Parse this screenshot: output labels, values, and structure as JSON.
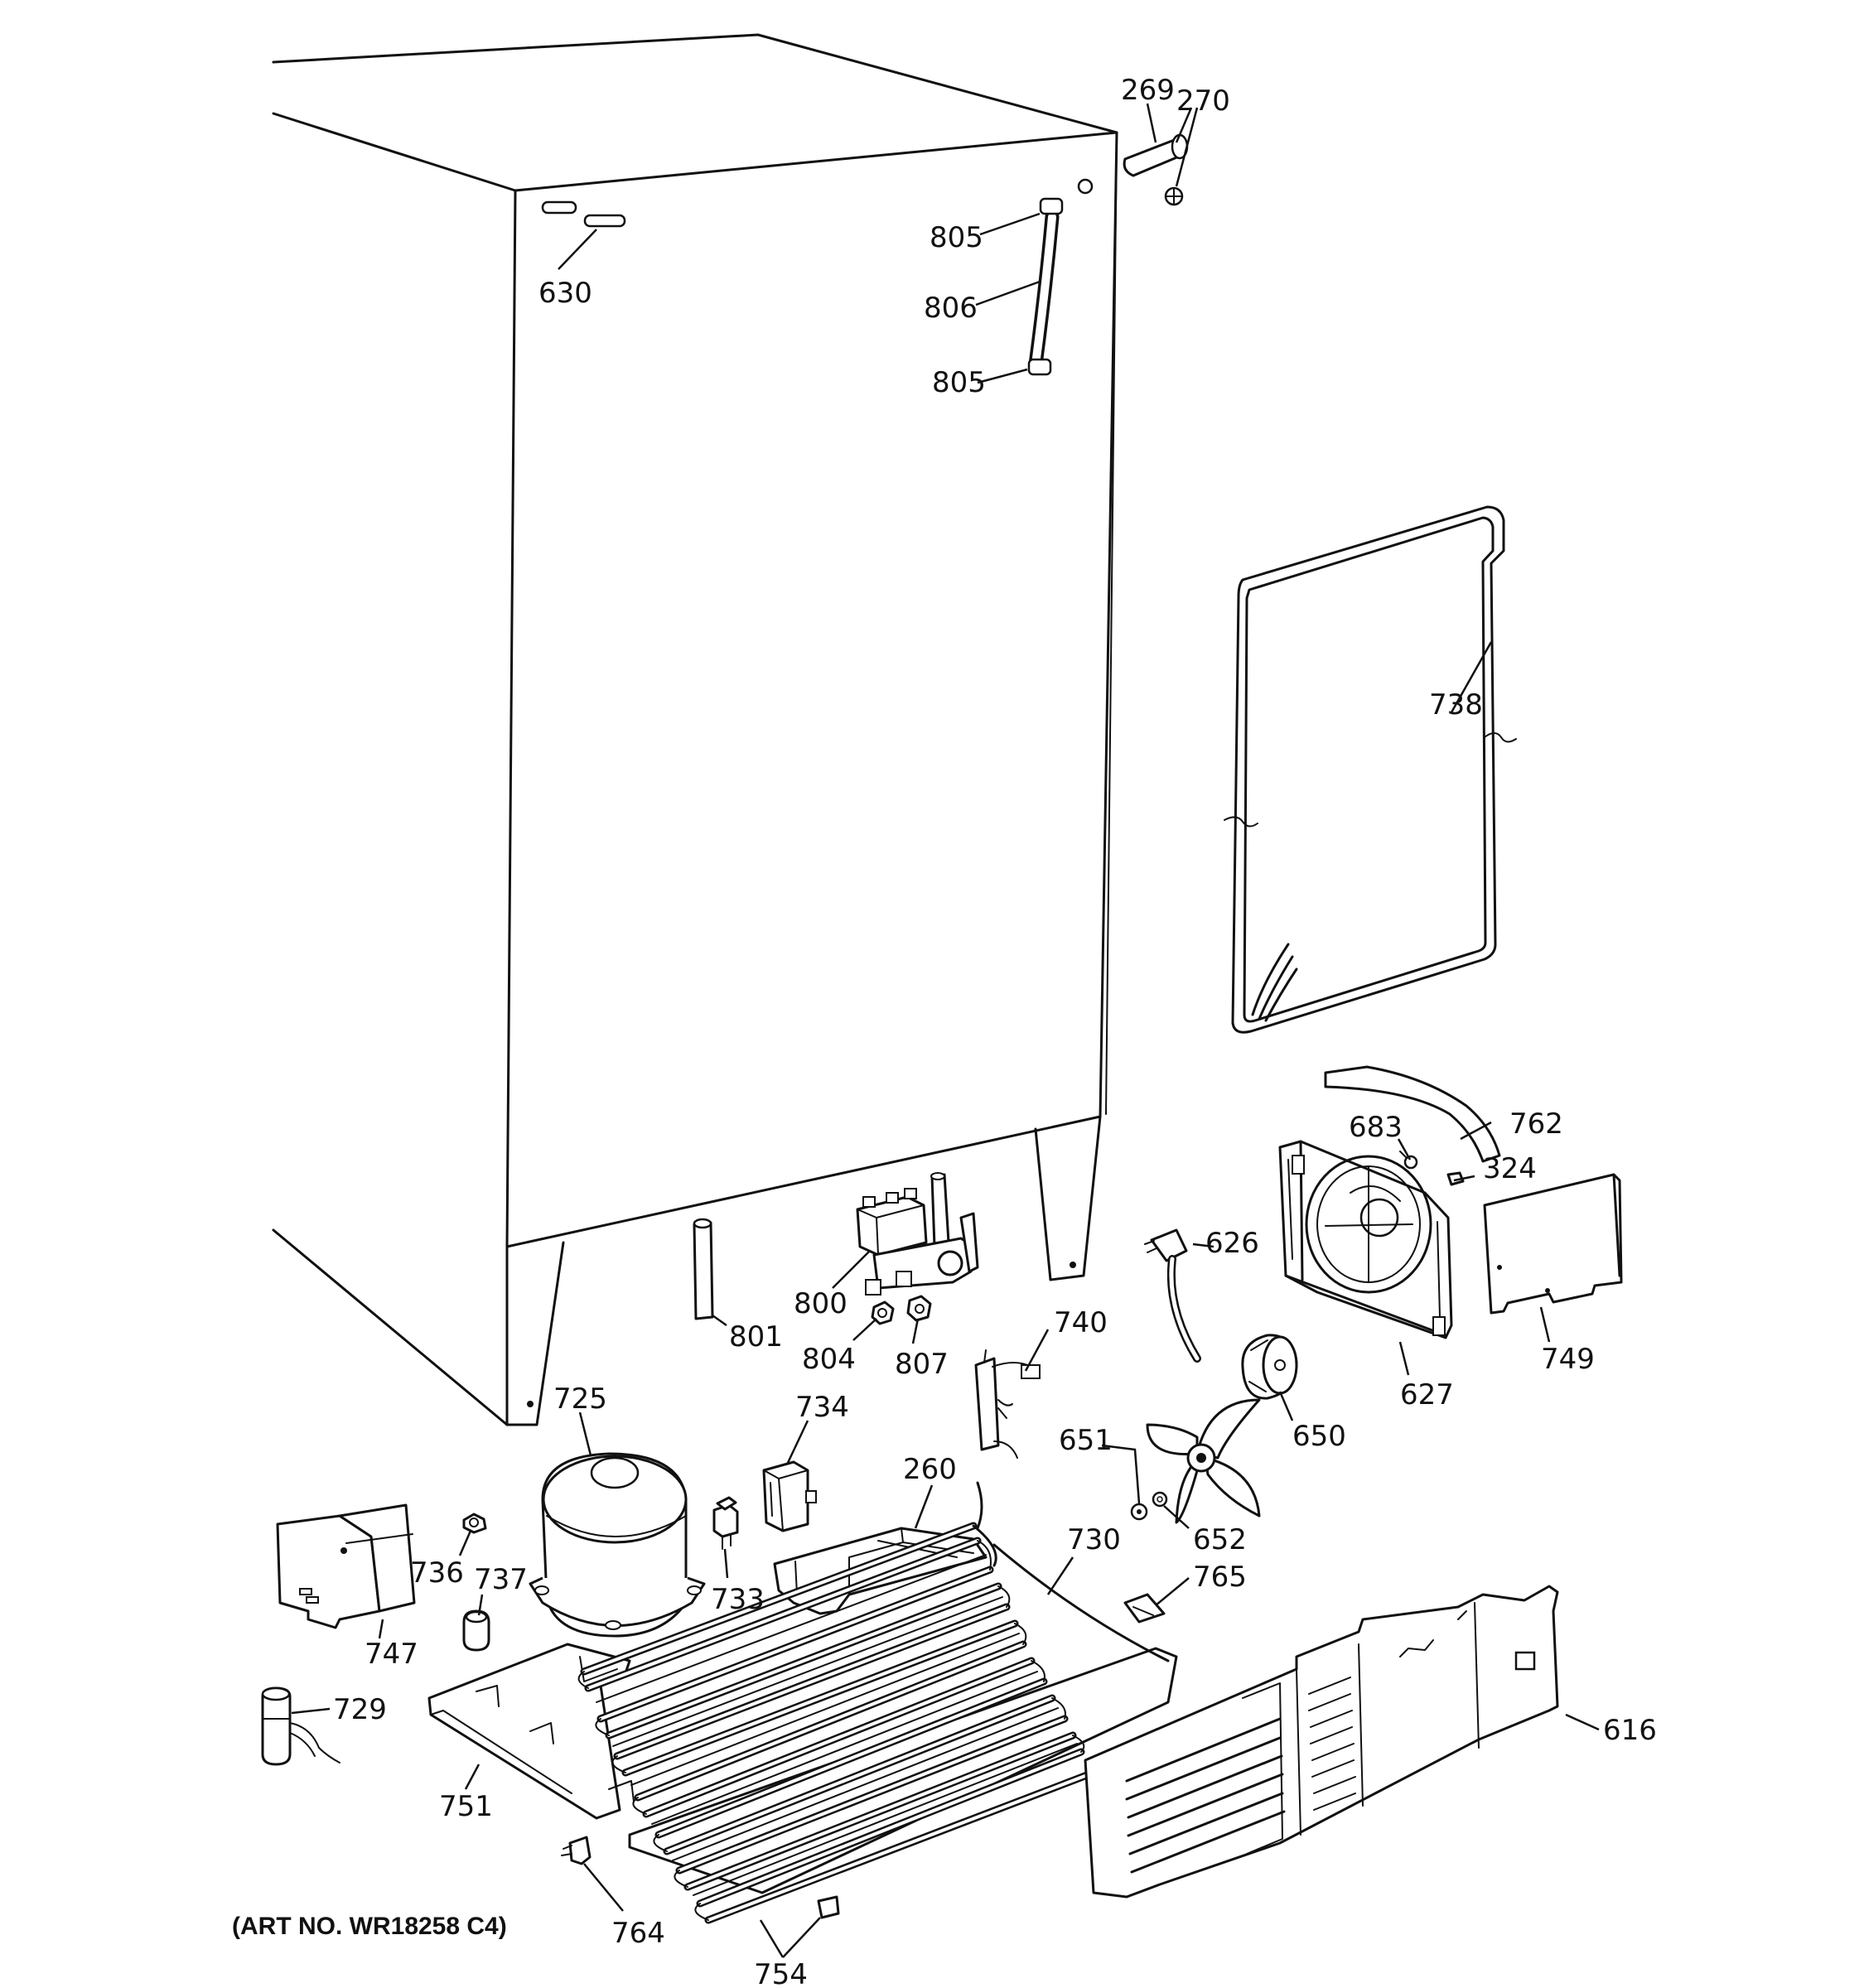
{
  "diagram": {
    "caption": "(ART NO. WR18258 C4)",
    "callouts": [
      {
        "id": "c269",
        "text": "269"
      },
      {
        "id": "c270",
        "text": "270"
      },
      {
        "id": "c805a",
        "text": "805"
      },
      {
        "id": "c630",
        "text": "630"
      },
      {
        "id": "c806",
        "text": "806"
      },
      {
        "id": "c805b",
        "text": "805"
      },
      {
        "id": "c738",
        "text": "738"
      },
      {
        "id": "c683",
        "text": "683"
      },
      {
        "id": "c762",
        "text": "762"
      },
      {
        "id": "c324",
        "text": "324"
      },
      {
        "id": "c626",
        "text": "626"
      },
      {
        "id": "c800",
        "text": "800"
      },
      {
        "id": "c801",
        "text": "801"
      },
      {
        "id": "c804",
        "text": "804"
      },
      {
        "id": "c807",
        "text": "807"
      },
      {
        "id": "c740",
        "text": "740"
      },
      {
        "id": "c627",
        "text": "627"
      },
      {
        "id": "c749",
        "text": "749"
      },
      {
        "id": "c725",
        "text": "725"
      },
      {
        "id": "c734",
        "text": "734"
      },
      {
        "id": "c650",
        "text": "650"
      },
      {
        "id": "c651",
        "text": "651"
      },
      {
        "id": "c260",
        "text": "260"
      },
      {
        "id": "c736",
        "text": "736"
      },
      {
        "id": "c737",
        "text": "737"
      },
      {
        "id": "c733",
        "text": "733"
      },
      {
        "id": "c730",
        "text": "730"
      },
      {
        "id": "c652",
        "text": "652"
      },
      {
        "id": "c765",
        "text": "765"
      },
      {
        "id": "c747",
        "text": "747"
      },
      {
        "id": "c729",
        "text": "729"
      },
      {
        "id": "c616",
        "text": "616"
      },
      {
        "id": "c751",
        "text": "751"
      },
      {
        "id": "c764",
        "text": "764"
      },
      {
        "id": "c754",
        "text": "754"
      }
    ]
  }
}
